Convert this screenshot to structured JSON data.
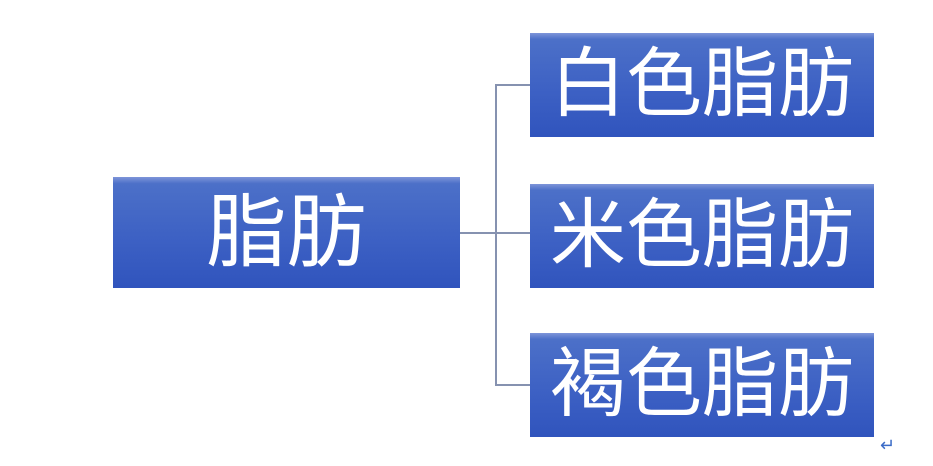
{
  "diagram": {
    "type": "hierarchy",
    "root": {
      "label": "脂肪"
    },
    "children": [
      {
        "label": "白色脂肪"
      },
      {
        "label": "米色脂肪"
      },
      {
        "label": "褐色脂肪"
      }
    ]
  },
  "editor": {
    "paragraph_mark": "↵"
  },
  "colors": {
    "box_highlight": "#7E95D9",
    "box_top": "#4C70C8",
    "box_mid": "#3D61C4",
    "box_bottom": "#3054BD",
    "node_text": "#FFFFFF",
    "connector": "#8692B0",
    "paragraph_mark": "#3B6CC7",
    "background": "#FFFFFF"
  }
}
